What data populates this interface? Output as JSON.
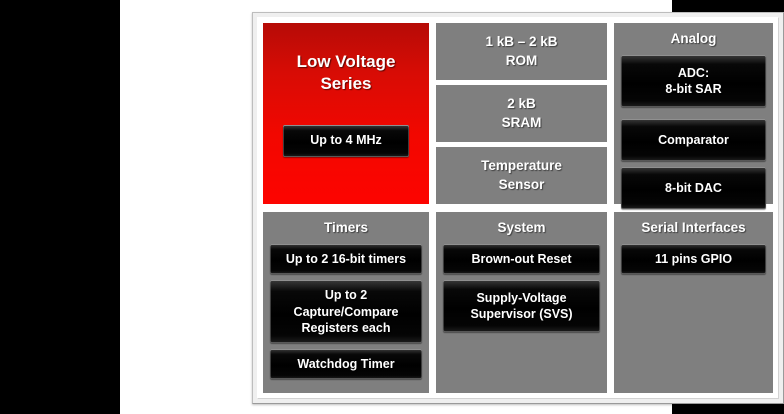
{
  "diagram": {
    "title_panel": {
      "name": "Low Voltage Series",
      "line1": "Low Voltage",
      "line2": "Series",
      "speed_chip": "Up to 4 MHz",
      "accent_color": "#f20700"
    },
    "memory": {
      "cells": [
        {
          "line1": "1 kB – 2 kB",
          "line2": "ROM"
        },
        {
          "line1": "2 kB",
          "line2": "SRAM"
        },
        {
          "line1": "Temperature",
          "line2": "Sensor"
        }
      ]
    },
    "analog": {
      "title": "Analog",
      "items": [
        {
          "line1": "ADC:",
          "line2": "8-bit SAR"
        },
        {
          "line1": "Comparator",
          "line2": ""
        },
        {
          "line1": "8-bit DAC",
          "line2": ""
        }
      ]
    },
    "timers": {
      "title": "Timers",
      "items": [
        {
          "line1": "Up to 2 16-bit timers",
          "line2": "",
          "line3": ""
        },
        {
          "line1": "Up to 2",
          "line2": "Capture/Compare",
          "line3": "Registers each"
        },
        {
          "line1": "Watchdog Timer",
          "line2": "",
          "line3": ""
        }
      ]
    },
    "system": {
      "title": "System",
      "items": [
        {
          "line1": "Brown-out Reset",
          "line2": ""
        },
        {
          "line1": "Supply-Voltage",
          "line2": "Supervisor (SVS)"
        }
      ]
    },
    "serial": {
      "title": "Serial Interfaces",
      "items": [
        {
          "line1": "11 pins GPIO",
          "line2": ""
        }
      ]
    },
    "colors": {
      "panel_gray": "#7f7f7f",
      "chip_black": "#000000",
      "frame": "#efefef",
      "background": "#000000"
    }
  }
}
